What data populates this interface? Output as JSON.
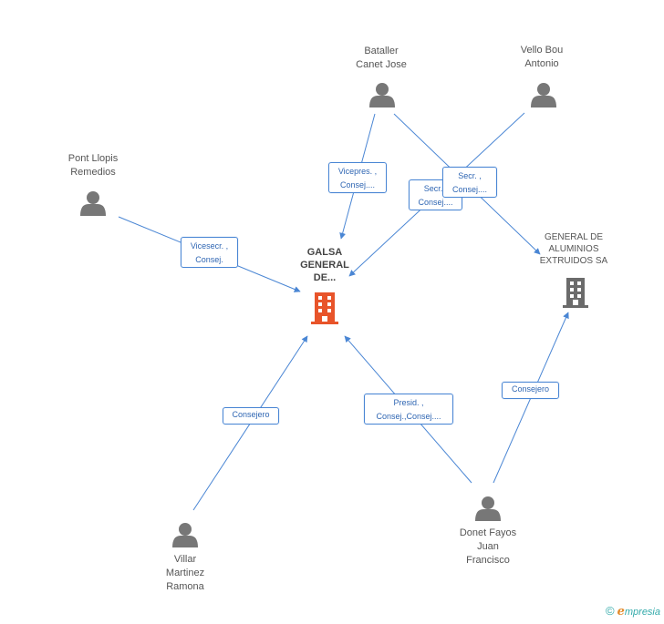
{
  "nodes": {
    "main": {
      "label": "GALSA\nGENERAL\nDE...",
      "color": "#e8542a"
    },
    "company2": {
      "label": "GENERAL DE\nALUMINIOS\nEXTRUIDOS SA",
      "color": "#666666"
    },
    "bataller": {
      "label": "Bataller\nCanet Jose"
    },
    "vello": {
      "label": "Vello Bou\nAntonio"
    },
    "pont": {
      "label": "Pont Llopis\nRemedios"
    },
    "villar": {
      "label": "Villar\nMartinez\nRamona"
    },
    "donet": {
      "label": "Donet Fayos\nJuan\nFrancisco"
    }
  },
  "edges": {
    "bataller_main": "Vicepres. ,\nConsej....",
    "vello_main": "Secr. ,\nConsej....",
    "bataller_company2": "Secr. ,\nConsej....",
    "pont_main": "Vicesecr. ,\nConsej.",
    "villar_main": "Consejero",
    "donet_main": "Presid. ,\nConsej.,Consej....",
    "donet_company2": "Consejero"
  },
  "colors": {
    "edge": "#4a86d4",
    "person": "#777777"
  },
  "footer": {
    "copyright": "©",
    "brand_e": "e",
    "brand": "mpresia"
  }
}
